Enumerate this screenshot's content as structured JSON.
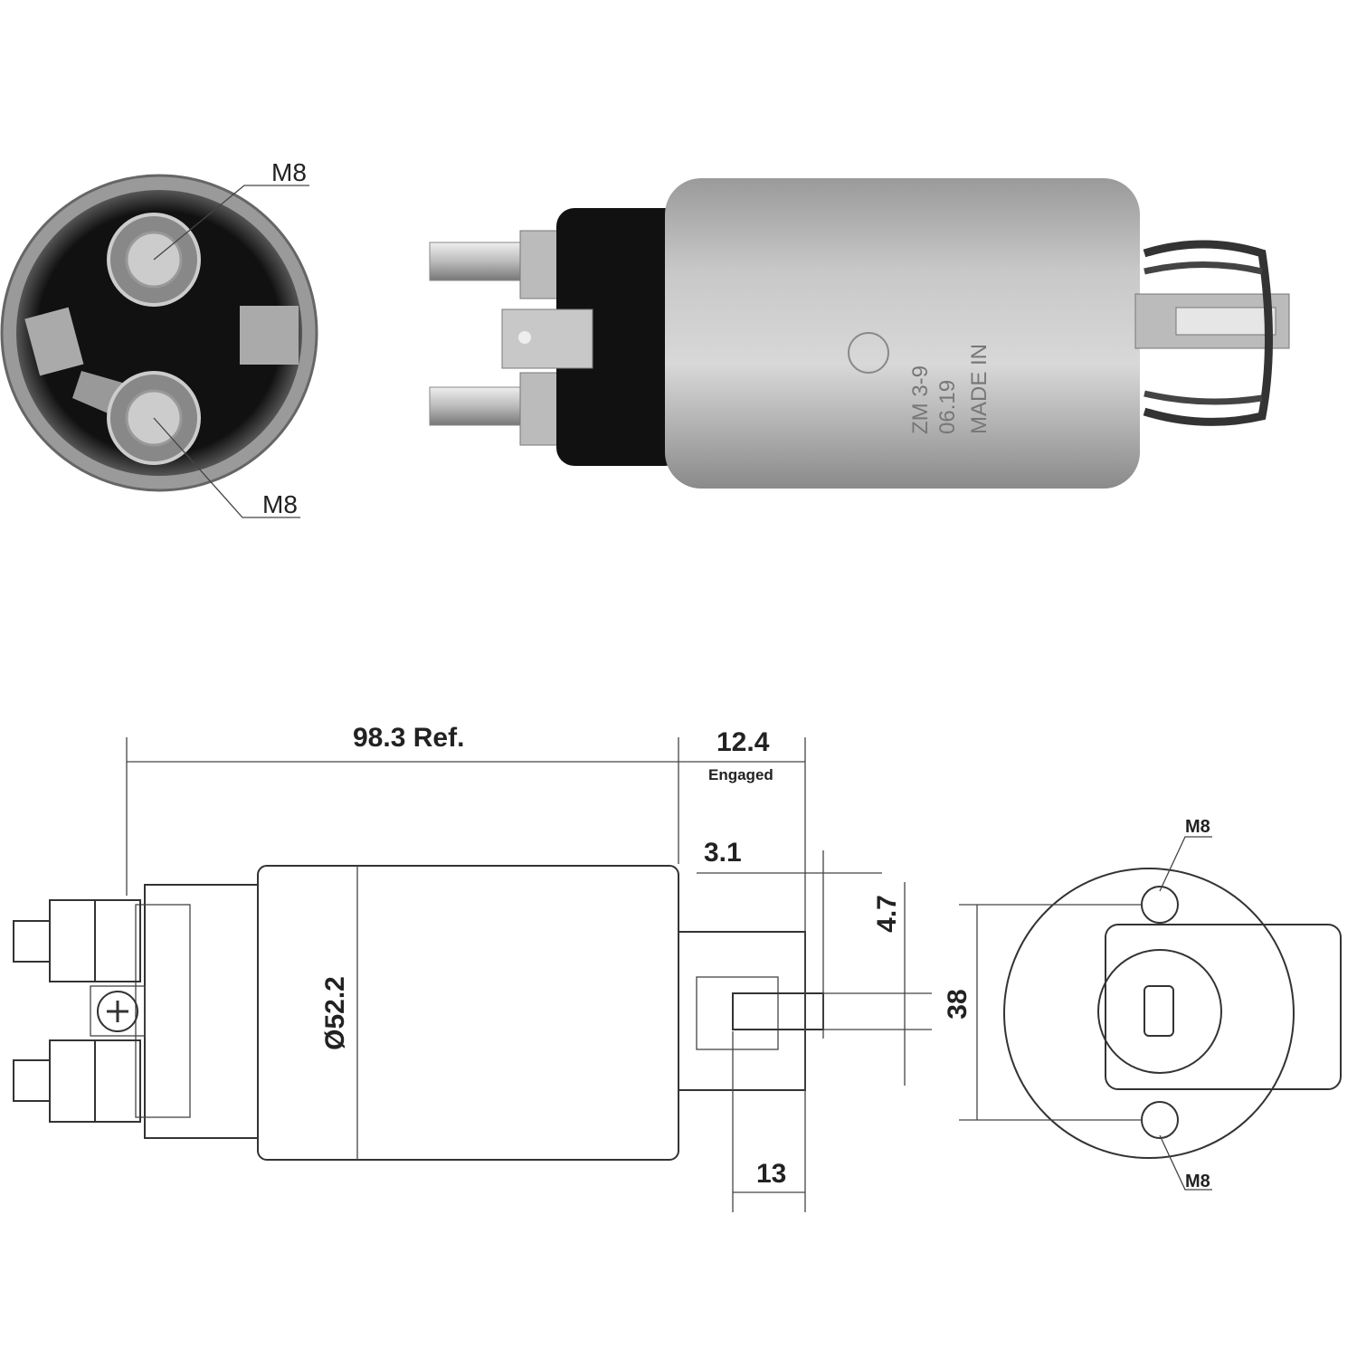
{
  "photo_end_view": {
    "terminal_top": "M8",
    "terminal_bottom": "M8"
  },
  "photo_side_view": {
    "marking_lines": [
      "ZM 3-9",
      "06.19",
      "MADE IN"
    ]
  },
  "drawing_side_view": {
    "overall_length": "98.3 Ref.",
    "plunger_travel": "12.4",
    "plunger_travel_note": "Engaged",
    "offset": "3.1",
    "slot_width": "4.7",
    "diameter": "Ø52.2",
    "tab_length": "13"
  },
  "drawing_end_view": {
    "terminal_top": "M8",
    "terminal_bottom": "M8",
    "terminal_spacing": "38"
  }
}
